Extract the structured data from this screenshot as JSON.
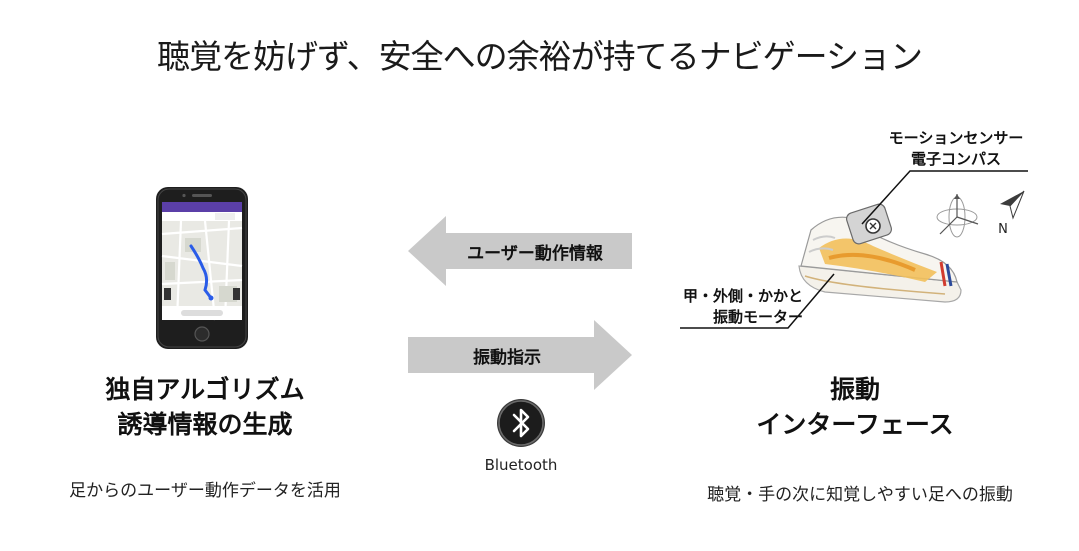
{
  "title": "聴覚を妨げず、安全への余裕が持てるナビゲーション",
  "left": {
    "heading_line1": "独自アルゴリズム",
    "heading_line2": "誘導情報の生成",
    "caption": "足からのユーザー動作データを活用"
  },
  "right": {
    "heading_line1": "振動",
    "heading_line2": "インターフェース",
    "caption": "聴覚・手の次に知覚しやすい足への振動"
  },
  "arrows": {
    "top_label": "ユーザー動作情報",
    "bottom_label": "振動指示"
  },
  "bluetooth": {
    "label": "Bluetooth"
  },
  "callouts": {
    "sensor_line1": "モーションセンサー",
    "sensor_line2": "電子コンパス",
    "motor_line1": "甲・外側・かかと",
    "motor_line2": "振動モーター"
  },
  "compass": {
    "north_label": "N"
  },
  "colors": {
    "arrow_gray": "#c9c9c9",
    "phone_body": "#1e1e1e",
    "app_header": "#5b3fa8",
    "route_blue": "#2a5ce8"
  }
}
